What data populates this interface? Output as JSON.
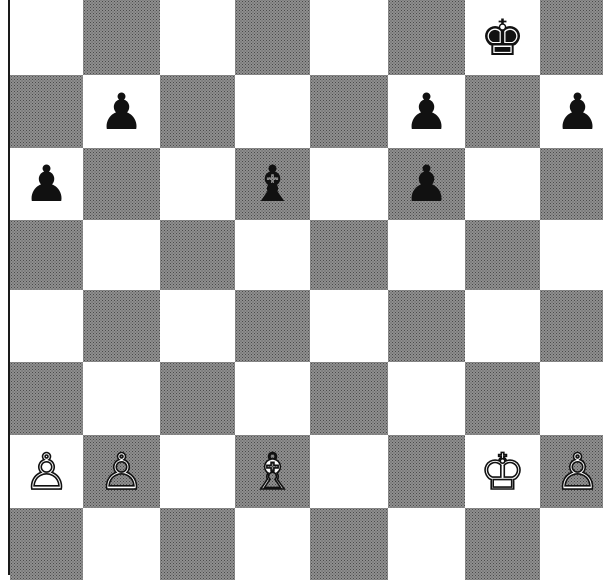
{
  "board": {
    "files": [
      "a",
      "b",
      "c",
      "d",
      "e",
      "f",
      "g",
      "h"
    ],
    "orientation": "white-bottom",
    "light_color": "#ffffff",
    "dark_color": "#a9a9a9",
    "pieces": [
      {
        "square": "g8",
        "color": "black",
        "type": "king",
        "glyph": "♚",
        "icon": "black-king-icon"
      },
      {
        "square": "b7",
        "color": "black",
        "type": "pawn",
        "glyph": "♟",
        "icon": "black-pawn-icon"
      },
      {
        "square": "f7",
        "color": "black",
        "type": "pawn",
        "glyph": "♟",
        "icon": "black-pawn-icon"
      },
      {
        "square": "h7",
        "color": "black",
        "type": "pawn",
        "glyph": "♟",
        "icon": "black-pawn-icon"
      },
      {
        "square": "a6",
        "color": "black",
        "type": "pawn",
        "glyph": "♟",
        "icon": "black-pawn-icon"
      },
      {
        "square": "d6",
        "color": "black",
        "type": "bishop",
        "glyph": "♝",
        "icon": "black-bishop-icon"
      },
      {
        "square": "f6",
        "color": "black",
        "type": "pawn",
        "glyph": "♟",
        "icon": "black-pawn-icon"
      },
      {
        "square": "a2",
        "color": "white",
        "type": "pawn",
        "glyph": "♙",
        "icon": "white-pawn-icon"
      },
      {
        "square": "b2",
        "color": "white",
        "type": "pawn",
        "glyph": "♙",
        "icon": "white-pawn-icon"
      },
      {
        "square": "d2",
        "color": "white",
        "type": "bishop",
        "glyph": "♗",
        "icon": "white-bishop-icon"
      },
      {
        "square": "g2",
        "color": "white",
        "type": "king",
        "glyph": "♔",
        "icon": "white-king-icon"
      },
      {
        "square": "h2",
        "color": "white",
        "type": "pawn",
        "glyph": "♙",
        "icon": "white-pawn-icon"
      }
    ]
  }
}
